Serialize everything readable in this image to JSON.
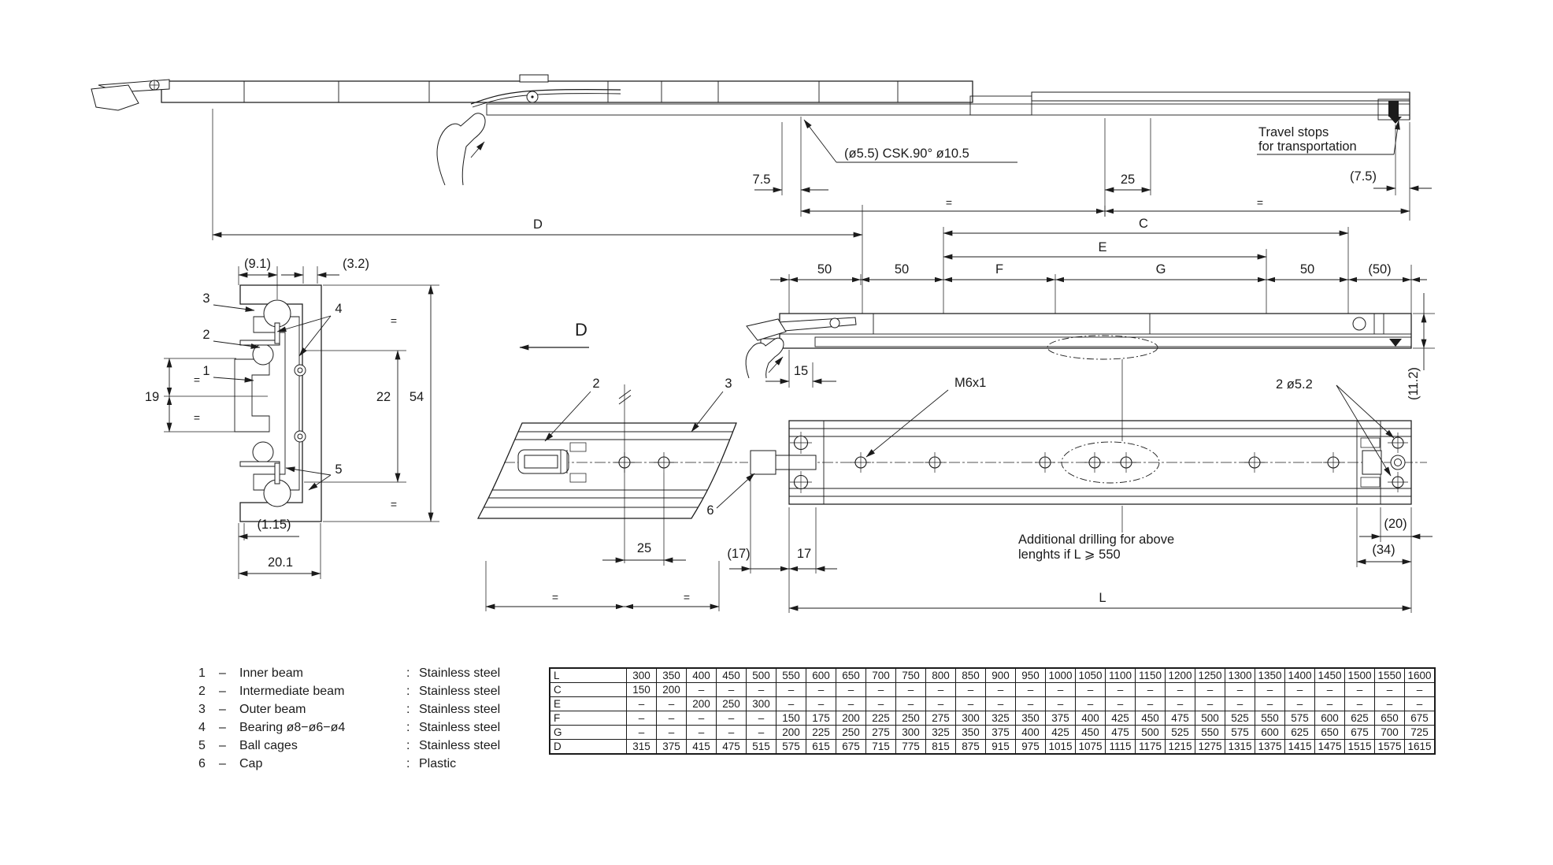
{
  "symbols": {
    "eq": "=",
    "dash": "–",
    "colon": ":"
  },
  "top_view": {
    "dim_7_5": "7.5",
    "dim_25": "25",
    "dim_7_5_ref": "(7.5)",
    "csk_note": "(ø5.5)  CSK.90°  ø10.5",
    "travel_stops_line1": "Travel stops",
    "travel_stops_line2": "for transportation",
    "dim_D": "D"
  },
  "closed_view": {
    "dim_C": "C",
    "dim_E": "E",
    "dim_F": "F",
    "dim_G": "G",
    "dim_50_a": "50",
    "dim_50_b": "50",
    "dim_50_c": "50",
    "dim_50_ref": "(50)",
    "dim_11_2": "(11.2)",
    "dim_15": "15",
    "thread_note": "M6x1",
    "holes_note": "2  ø5.2",
    "dim_17_ref": "(17)",
    "dim_17": "17",
    "dim_20_ref": "(20)",
    "dim_34_ref": "(34)",
    "dim_L": "L",
    "drill_note_line1": "Additional  drilling  for  above",
    "drill_note_line2": "lenghts  if  L ⩾ 550",
    "cap_label": "6"
  },
  "partial_view": {
    "label_2": "2",
    "label_3": "3",
    "dim_25": "25",
    "view_label": "D"
  },
  "section_view": {
    "dim_9_1": "(9.1)",
    "dim_3_2": "(3.2)",
    "dim_19": "19",
    "dim_22": "22",
    "dim_54": "54",
    "dim_1_15": "(1.15)",
    "dim_20_1": "20.1",
    "label_1": "1",
    "label_2": "2",
    "label_3": "3",
    "label_4": "4",
    "label_5": "5"
  },
  "parts_list": [
    {
      "num": "1",
      "name": "Inner beam",
      "material": "Stainless steel"
    },
    {
      "num": "2",
      "name": "Intermediate beam",
      "material": "Stainless steel"
    },
    {
      "num": "3",
      "name": "Outer beam",
      "material": "Stainless steel"
    },
    {
      "num": "4",
      "name": "Bearing ø8−ø6−ø4",
      "material": "Stainless steel"
    },
    {
      "num": "5",
      "name": "Ball cages",
      "material": "Stainless steel"
    },
    {
      "num": "6",
      "name": "Cap",
      "material": "Plastic"
    }
  ],
  "dim_table": {
    "rows": [
      {
        "label": "L",
        "values": [
          "300",
          "350",
          "400",
          "450",
          "500",
          "550",
          "600",
          "650",
          "700",
          "750",
          "800",
          "850",
          "900",
          "950",
          "1000",
          "1050",
          "1100",
          "1150",
          "1200",
          "1250",
          "1300",
          "1350",
          "1400",
          "1450",
          "1500",
          "1550",
          "1600"
        ]
      },
      {
        "label": "C",
        "values": [
          "150",
          "200",
          "–",
          "–",
          "–",
          "–",
          "–",
          "–",
          "–",
          "–",
          "–",
          "–",
          "–",
          "–",
          "–",
          "–",
          "–",
          "–",
          "–",
          "–",
          "–",
          "–",
          "–",
          "–",
          "–",
          "–",
          "–"
        ]
      },
      {
        "label": "E",
        "values": [
          "–",
          "–",
          "200",
          "250",
          "300",
          "–",
          "–",
          "–",
          "–",
          "–",
          "–",
          "–",
          "–",
          "–",
          "–",
          "–",
          "–",
          "–",
          "–",
          "–",
          "–",
          "–",
          "–",
          "–",
          "–",
          "–",
          "–"
        ]
      },
      {
        "label": "F",
        "values": [
          "–",
          "–",
          "–",
          "–",
          "–",
          "150",
          "175",
          "200",
          "225",
          "250",
          "275",
          "300",
          "325",
          "350",
          "375",
          "400",
          "425",
          "450",
          "475",
          "500",
          "525",
          "550",
          "575",
          "600",
          "625",
          "650",
          "675"
        ]
      },
      {
        "label": "G",
        "values": [
          "–",
          "–",
          "–",
          "–",
          "–",
          "200",
          "225",
          "250",
          "275",
          "300",
          "325",
          "350",
          "375",
          "400",
          "425",
          "450",
          "475",
          "500",
          "525",
          "550",
          "575",
          "600",
          "625",
          "650",
          "675",
          "700",
          "725"
        ]
      },
      {
        "label": "D",
        "values": [
          "315",
          "375",
          "415",
          "475",
          "515",
          "575",
          "615",
          "675",
          "715",
          "775",
          "815",
          "875",
          "915",
          "975",
          "1015",
          "1075",
          "1115",
          "1175",
          "1215",
          "1275",
          "1315",
          "1375",
          "1415",
          "1475",
          "1515",
          "1575",
          "1615"
        ]
      }
    ]
  }
}
